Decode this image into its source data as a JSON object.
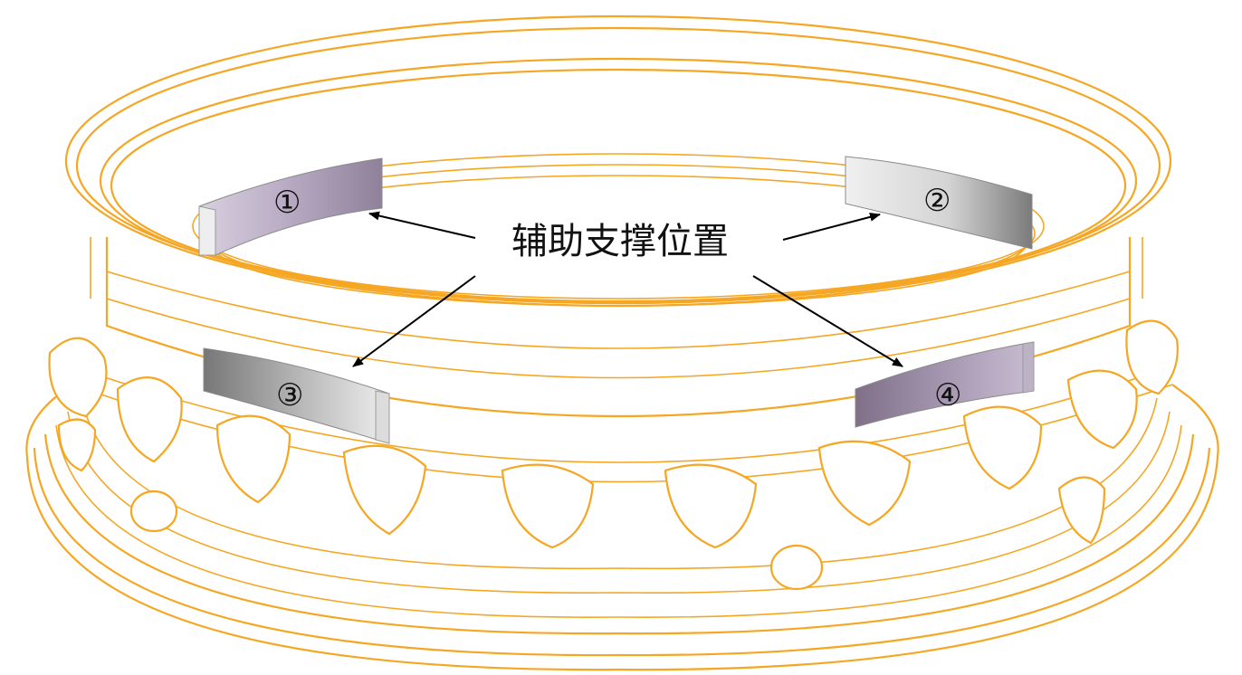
{
  "diagram": {
    "callout_label": "辅助支撑位置",
    "supports": [
      {
        "id": "1",
        "marker": "①"
      },
      {
        "id": "2",
        "marker": "②"
      },
      {
        "id": "3",
        "marker": "③"
      },
      {
        "id": "4",
        "marker": "④"
      }
    ],
    "colors": {
      "wireframe": "#f5a623",
      "support_purple": "#9a8aa6",
      "support_gray": "#8e8e8e",
      "support_light": "#e2e2e2",
      "arrow": "#000000"
    }
  }
}
